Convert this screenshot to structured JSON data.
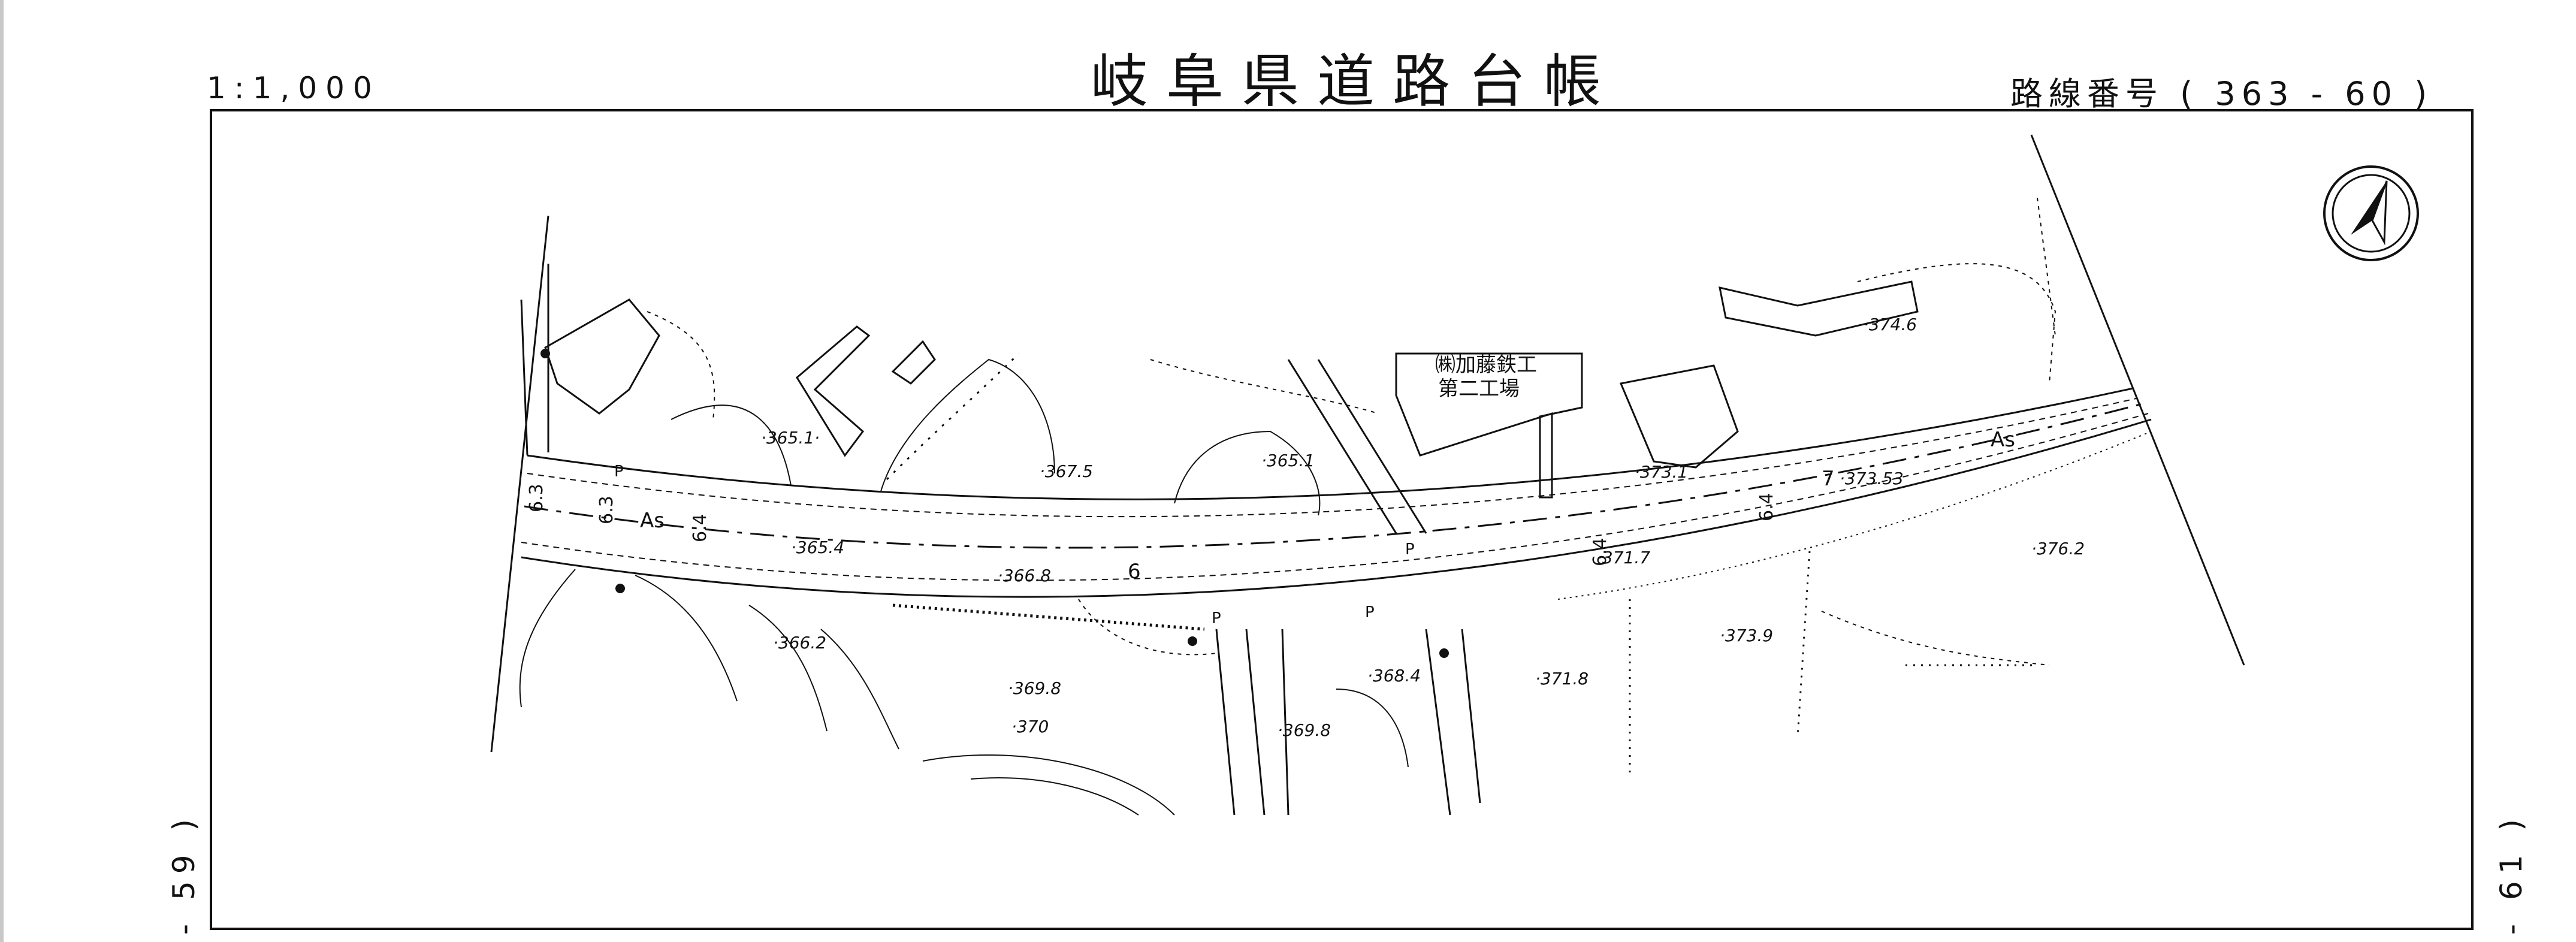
{
  "header": {
    "scale": "1:1,000",
    "title": "岐阜県道路台帳",
    "route_number": "路線番号 ( 363 - 60 )"
  },
  "side_labels": {
    "left": "- 59 )",
    "right": "- 61 )"
  },
  "map": {
    "building_label_line1": "㈱加藤鉄工",
    "building_label_line2": "第二工場",
    "surface_label_west": "As",
    "surface_label_east": "As",
    "width_labels": [
      "6.3",
      "6.3",
      "6.4",
      "6.4",
      "6.4"
    ],
    "segment_markers": [
      "6",
      "7"
    ],
    "p_markers": [
      "P",
      "P",
      "P",
      "P"
    ],
    "elevations": [
      {
        "label": "·365.1·"
      },
      {
        "label": "·367.5"
      },
      {
        "label": "·365.1"
      },
      {
        "label": "·373.1"
      },
      {
        "label": "·374.6"
      },
      {
        "label": "·373.53"
      },
      {
        "label": "·376.2"
      },
      {
        "label": "·365.4"
      },
      {
        "label": "·366.8"
      },
      {
        "label": "·371.7"
      },
      {
        "label": "·366.2"
      },
      {
        "label": "·369.8"
      },
      {
        "label": "·370"
      },
      {
        "label": "·369.8"
      },
      {
        "label": "·368.4"
      },
      {
        "label": "·371.8"
      },
      {
        "label": "·373.9"
      }
    ]
  },
  "colors": {
    "ink": "#111111",
    "frame": "#111111",
    "page": "#ffffff",
    "left_edge": "#c8c8c8"
  },
  "icons": {
    "north_arrow": "north-arrow-icon"
  }
}
